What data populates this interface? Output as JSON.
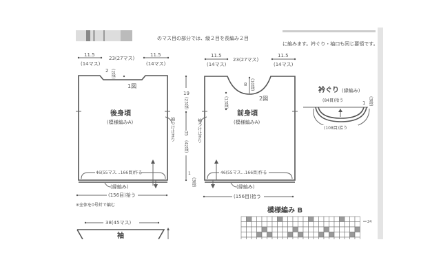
{
  "header_text": {
    "line_left": "のマス目の部分では、縦２目を長編み２目",
    "line_right": "に編みます。衿ぐり・袖口も同じ要領です。"
  },
  "back": {
    "dim_side_left": "11.5",
    "dim_side_left_sts": "(14マス)",
    "dim_center": "23(27マス)",
    "dim_side_right": "11.5",
    "dim_side_right_sts": "(14マス)",
    "neck_depth": "2",
    "neck_rows": "(2段)",
    "figure_label": "1図",
    "title": "後身頃",
    "subtitle": "(模様編みA)",
    "cast_on": "46(55マス…166目)作る",
    "edging": "(縁編み)",
    "pickup": "(156目)拾う",
    "side_note": "袖つけ止まり"
  },
  "vertical_dims": {
    "upper": "19",
    "upper_rows": "(23段)",
    "middle": "35",
    "middle_rows": "(42段)",
    "lower": "1",
    "lower_rows": "(3段)"
  },
  "front": {
    "dim_side_left": "11.5",
    "dim_side_left_sts": "(14マス)",
    "dim_center": "23(27マス)",
    "dim_side_right": "11.5",
    "dim_side_right_sts": "(14マス)",
    "neck_depth": "8",
    "neck_rows": "(10段)",
    "side_rows": "(13段)",
    "figure_label": "2図",
    "title": "前身頃",
    "subtitle": "(模様編みA)",
    "cast_on": "46(55マス…166目)作る",
    "edging": "(縁編み)",
    "pickup": "(156目)拾う",
    "side_note": "袖つけ止まり"
  },
  "collar": {
    "title": "衿ぐり",
    "subtitle": "(縁編み)",
    "inner_pickup": "(84目)拾う",
    "outer_pickup": "(108目)拾う",
    "depth": "1",
    "depth_rows": "(3段)"
  },
  "note": "※全体を0号針で編む",
  "sleeve": {
    "dim_top": "38(45マス)",
    "title": "袖"
  },
  "chart_b": {
    "title": "模様編み B",
    "row_marker": "24",
    "columns": 23,
    "filled_color": "#9a9a9a",
    "rows": [
      [
        1,
        7,
        13,
        19
      ],
      [],
      [
        4,
        10,
        16,
        22
      ],
      [
        3,
        5,
        9,
        11,
        15,
        17,
        21
      ]
    ]
  }
}
